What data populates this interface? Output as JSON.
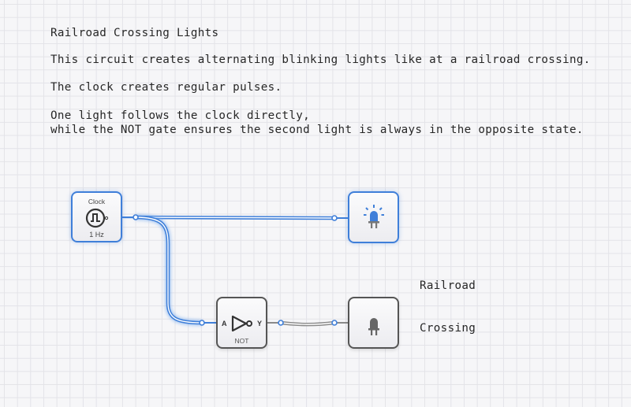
{
  "notes": {
    "title": "Railroad Crossing Lights",
    "line1": "This circuit creates alternating blinking lights like at a railroad crossing.",
    "line2": "The clock creates regular pulses.",
    "line3": "One light follows the clock directly,",
    "line4": "while the NOT gate ensures the second light is always in the opposite state."
  },
  "canvas_label": {
    "line1": "Railroad",
    "line2": "Crossing"
  },
  "nodes": {
    "clock": {
      "caption": "Clock",
      "frequency": "1 Hz",
      "icon": "square-wave-icon",
      "state": "active"
    },
    "led_top": {
      "icon": "led-on-icon",
      "state": "on"
    },
    "not_gate": {
      "caption": "NOT",
      "input_pin": "A",
      "output_pin": "Y",
      "icon": "not-gate-icon"
    },
    "led_bottom": {
      "icon": "led-off-icon",
      "state": "off"
    }
  },
  "colors": {
    "active_wire": "#3f7fd9",
    "inactive_wire": "#8a8a8a",
    "grid_line": "#e3e3e8",
    "background": "#f6f6f8"
  }
}
